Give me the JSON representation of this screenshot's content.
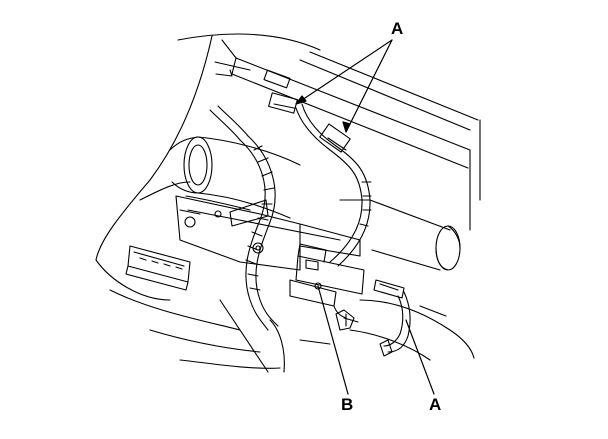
{
  "callouts": {
    "a_top": "A",
    "b": "B",
    "a_bottom": "A"
  },
  "colors": {
    "line": "#000000",
    "background": "#ffffff"
  }
}
